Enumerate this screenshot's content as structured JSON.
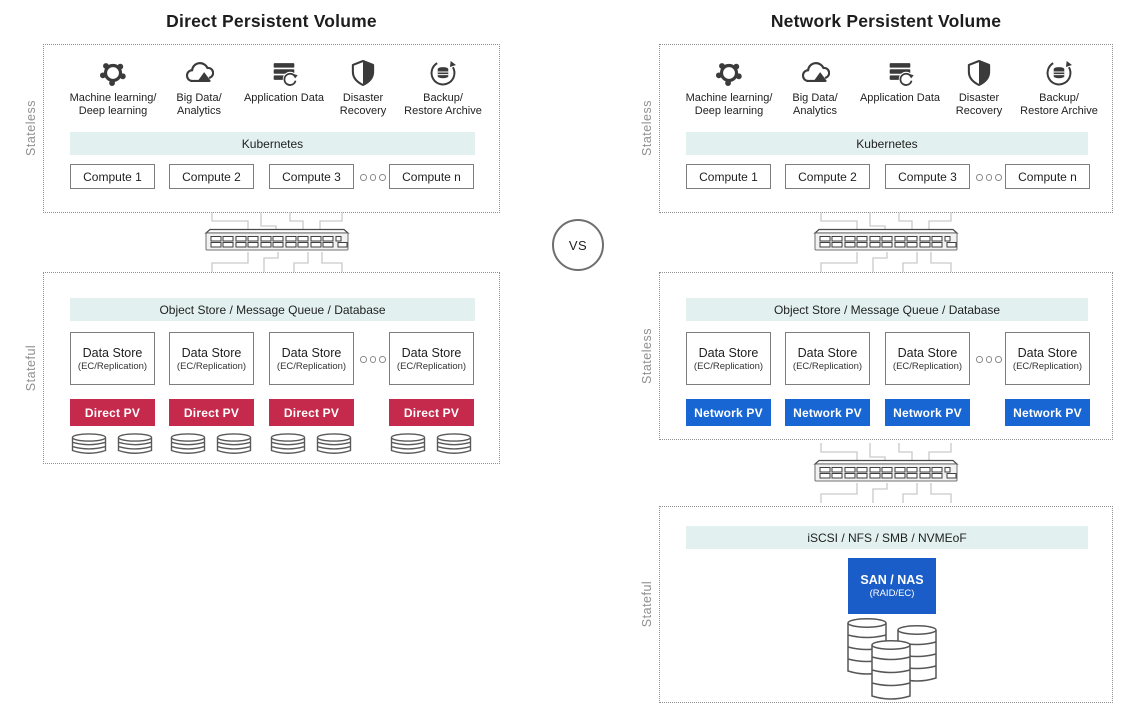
{
  "titles": {
    "left": "Direct Persistent Volume",
    "right": "Network Persistent Volume",
    "vs": "VS"
  },
  "side_labels": {
    "left_top": "Stateless",
    "left_bottom": "Stateful",
    "right_top": "Stateless",
    "right_middle": "Stateless",
    "right_bottom": "Stateful"
  },
  "apps": [
    {
      "icon": "machine-learning-icon",
      "line1": "Machine learning/",
      "line2": "Deep learning"
    },
    {
      "icon": "big-data-analytics-icon",
      "line1": "Big Data/",
      "line2": "Analytics"
    },
    {
      "icon": "application-data-icon",
      "line1": "Application Data",
      "line2": ""
    },
    {
      "icon": "disaster-recovery-icon",
      "line1": "Disaster",
      "line2": "Recovery"
    },
    {
      "icon": "backup-restore-archive-icon",
      "line1": "Backup/",
      "line2": "Restore Archive"
    }
  ],
  "platform": {
    "kubernetes": "Kubernetes"
  },
  "computes": [
    "Compute 1",
    "Compute 2",
    "Compute 3",
    "Compute n"
  ],
  "storage": {
    "object_bar": "Object Store / Message Queue / Database",
    "datastore_title": "Data Store",
    "datastore_subtitle": "(EC/Replication)",
    "direct_pv": "Direct PV",
    "network_pv": "Network PV",
    "protocol_bar": "iSCSI / NFS / SMB / NVMEoF",
    "san_title": "SAN / NAS",
    "san_subtitle": "(RAID/EC)"
  },
  "colors": {
    "bar_bg": "#E2F1EF",
    "direct_pv": "#C5294B",
    "network_pv": "#1766D4",
    "san_nas": "#1A5CC8",
    "icon": "#3B3B3B",
    "connector": "#C9C9C9"
  }
}
